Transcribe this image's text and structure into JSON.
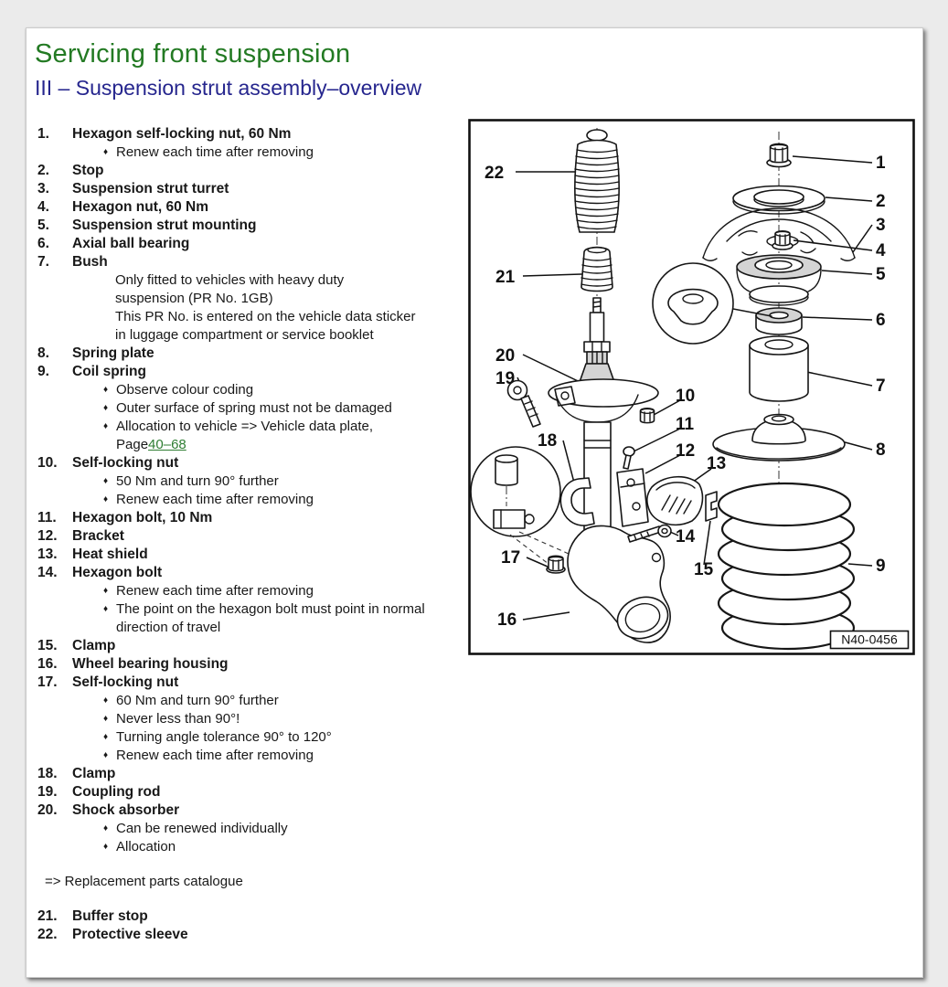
{
  "page": {
    "title": "Servicing front suspension",
    "subtitle": "III – Suspension strut assembly–overview"
  },
  "parts_list": {
    "items": [
      {
        "num": "1.",
        "label": "Hexagon self-locking nut, 60 Nm",
        "bullets": [
          "Renew each time after removing"
        ]
      },
      {
        "num": "2.",
        "label": "Stop"
      },
      {
        "num": "3.",
        "label": "Suspension strut turret"
      },
      {
        "num": "4.",
        "label": "Hexagon nut, 60 Nm"
      },
      {
        "num": "5.",
        "label": "Suspension strut mounting"
      },
      {
        "num": "6.",
        "label": "Axial ball bearing"
      },
      {
        "num": "7.",
        "label": "Bush",
        "notes": [
          "Only fitted to vehicles with heavy duty suspension (PR No. 1GB)",
          "This PR No. is entered on the vehicle data sticker in luggage compartment or service booklet"
        ]
      },
      {
        "num": "8.",
        "label": "Spring plate"
      },
      {
        "num": "9.",
        "label": "Coil spring",
        "bullets": [
          "Observe colour coding",
          "Outer surface of spring must not be damaged",
          {
            "text": "Allocation to vehicle => Vehicle data plate, Page",
            "link": "40–68"
          }
        ]
      },
      {
        "num": "10.",
        "label": "Self-locking nut",
        "bullets": [
          "50 Nm and turn 90° further",
          "Renew each time after removing"
        ]
      },
      {
        "num": "11.",
        "label": "Hexagon bolt, 10 Nm"
      },
      {
        "num": "12.",
        "label": "Bracket"
      },
      {
        "num": "13.",
        "label": "Heat shield"
      },
      {
        "num": "14.",
        "label": "Hexagon bolt",
        "bullets": [
          "Renew each time after removing",
          "The point on the hexagon bolt must point in normal direction of travel"
        ]
      },
      {
        "num": "15.",
        "label": "Clamp"
      },
      {
        "num": "16.",
        "label": "Wheel bearing housing"
      },
      {
        "num": "17.",
        "label": "Self-locking nut",
        "bullets": [
          "60 Nm and turn 90° further",
          "Never less than 90°!",
          "Turning angle tolerance 90° to 120°",
          "Renew each time after removing"
        ]
      },
      {
        "num": "18.",
        "label": "Clamp"
      },
      {
        "num": "19.",
        "label": "Coupling rod"
      },
      {
        "num": "20.",
        "label": "Shock absorber",
        "bullets": [
          "Can be renewed individually",
          "Allocation"
        ]
      }
    ],
    "catalogue_ref": "=> Replacement parts catalogue",
    "extra_items": [
      {
        "num": "21.",
        "label": "Buffer stop"
      },
      {
        "num": "22.",
        "label": "Protective sleeve"
      }
    ]
  },
  "diagram": {
    "figure_code": "N40-0456",
    "callouts": [
      "1",
      "2",
      "3",
      "4",
      "5",
      "6",
      "7",
      "8",
      "9",
      "10",
      "11",
      "12",
      "13",
      "14",
      "15",
      "16",
      "17",
      "18",
      "19",
      "20",
      "21",
      "22"
    ]
  },
  "colors": {
    "title_green": "#237a23",
    "subtitle_navy": "#26268e",
    "link_green": "#2e7d32",
    "text": "#181818"
  }
}
